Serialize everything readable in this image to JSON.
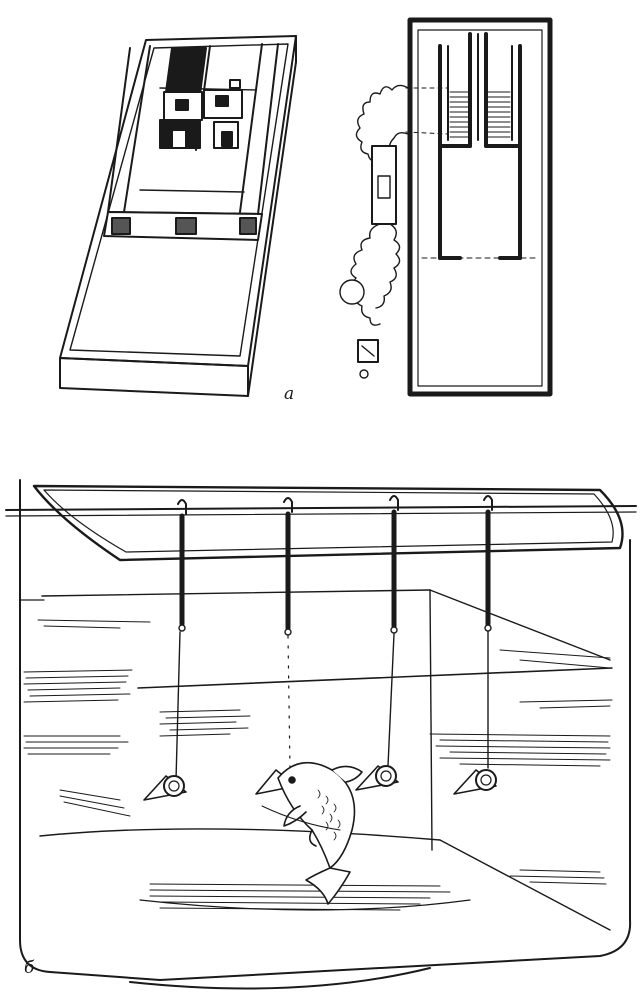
{
  "panels": {
    "a": {
      "label": "а"
    },
    "b": {
      "label": "б"
    }
  },
  "colors": {
    "ink": "#1a1a1a",
    "paper": "#ffffff",
    "fish_fill": "#ffffff"
  },
  "icons": {
    "tray": "isometric-tray-illustration",
    "chamber": "chamber-cross-section",
    "electrode": "hanging-electrode-cone",
    "fish": "goldfish-illustration"
  }
}
